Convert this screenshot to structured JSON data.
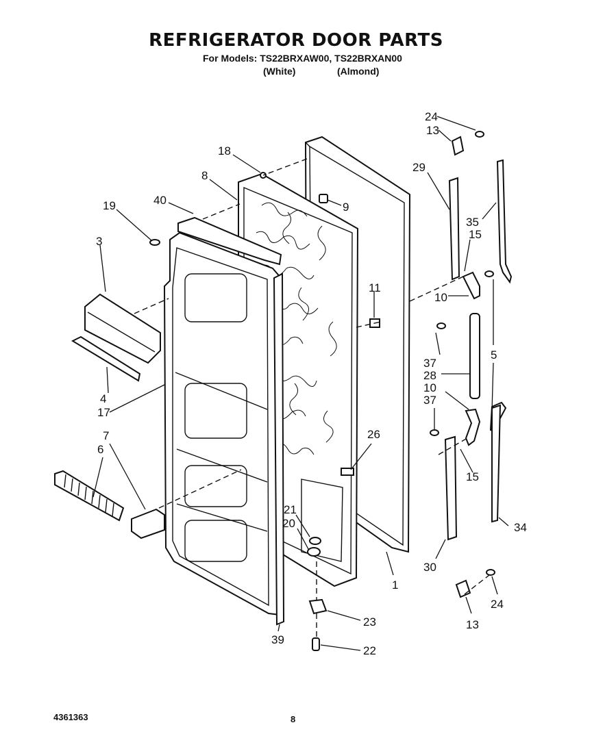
{
  "header": {
    "title": "REFRIGERATOR DOOR PARTS",
    "models": "For Models: TS22BRXAW00, TS22BRXAN00",
    "color_white": "(White)",
    "color_almond": "(Almond)"
  },
  "callouts": {
    "c24a": "24",
    "c13a": "13",
    "c29": "29",
    "c35": "35",
    "c15a": "15",
    "c18": "18",
    "c8": "8",
    "c9": "9",
    "c40": "40",
    "c19": "19",
    "c3": "3",
    "c11": "11",
    "c10a": "10",
    "c5": "5",
    "c37a": "37",
    "c28": "28",
    "c10b": "10",
    "c37b": "37",
    "c4": "4",
    "c17": "17",
    "c7": "7",
    "c6": "6",
    "c26": "26",
    "c15b": "15",
    "c21": "21",
    "c20": "20",
    "c34": "34",
    "c1": "1",
    "c30": "30",
    "c24b": "24",
    "c13b": "13",
    "c23": "23",
    "c39": "39",
    "c22": "22"
  },
  "footer": {
    "doc_number": "4361363",
    "page_number": "8"
  }
}
